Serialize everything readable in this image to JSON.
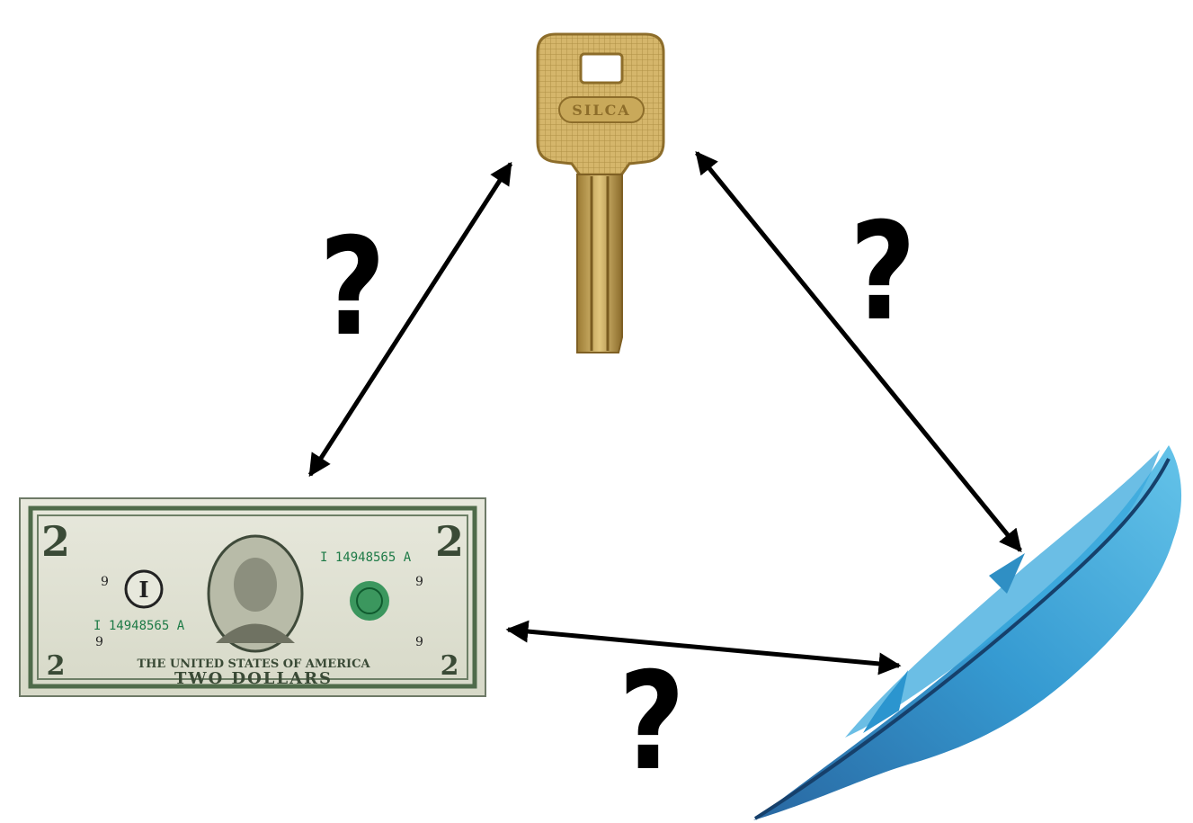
{
  "diagram": {
    "nodes": [
      {
        "id": "key",
        "icon": "key-icon",
        "engraving": "SILCA"
      },
      {
        "id": "bill",
        "icon": "two-dollar-bill-icon",
        "denomination": "2",
        "serial": "I 14948565 A",
        "district": "I",
        "plate": "9",
        "caption": "THE UNITED STATES OF AMERICA",
        "value_text": "TWO DOLLARS"
      },
      {
        "id": "feather",
        "icon": "feather-icon"
      }
    ],
    "edges": [
      {
        "from": "bill",
        "to": "key",
        "label": "?"
      },
      {
        "from": "key",
        "to": "feather",
        "label": "?"
      },
      {
        "from": "bill",
        "to": "feather",
        "label": "?"
      }
    ]
  },
  "colors": {
    "arrow": "#000000",
    "key_brass": "#c9a95a",
    "bill_green": "#4f6b4a",
    "feather_blue": "#2f8fc4"
  }
}
